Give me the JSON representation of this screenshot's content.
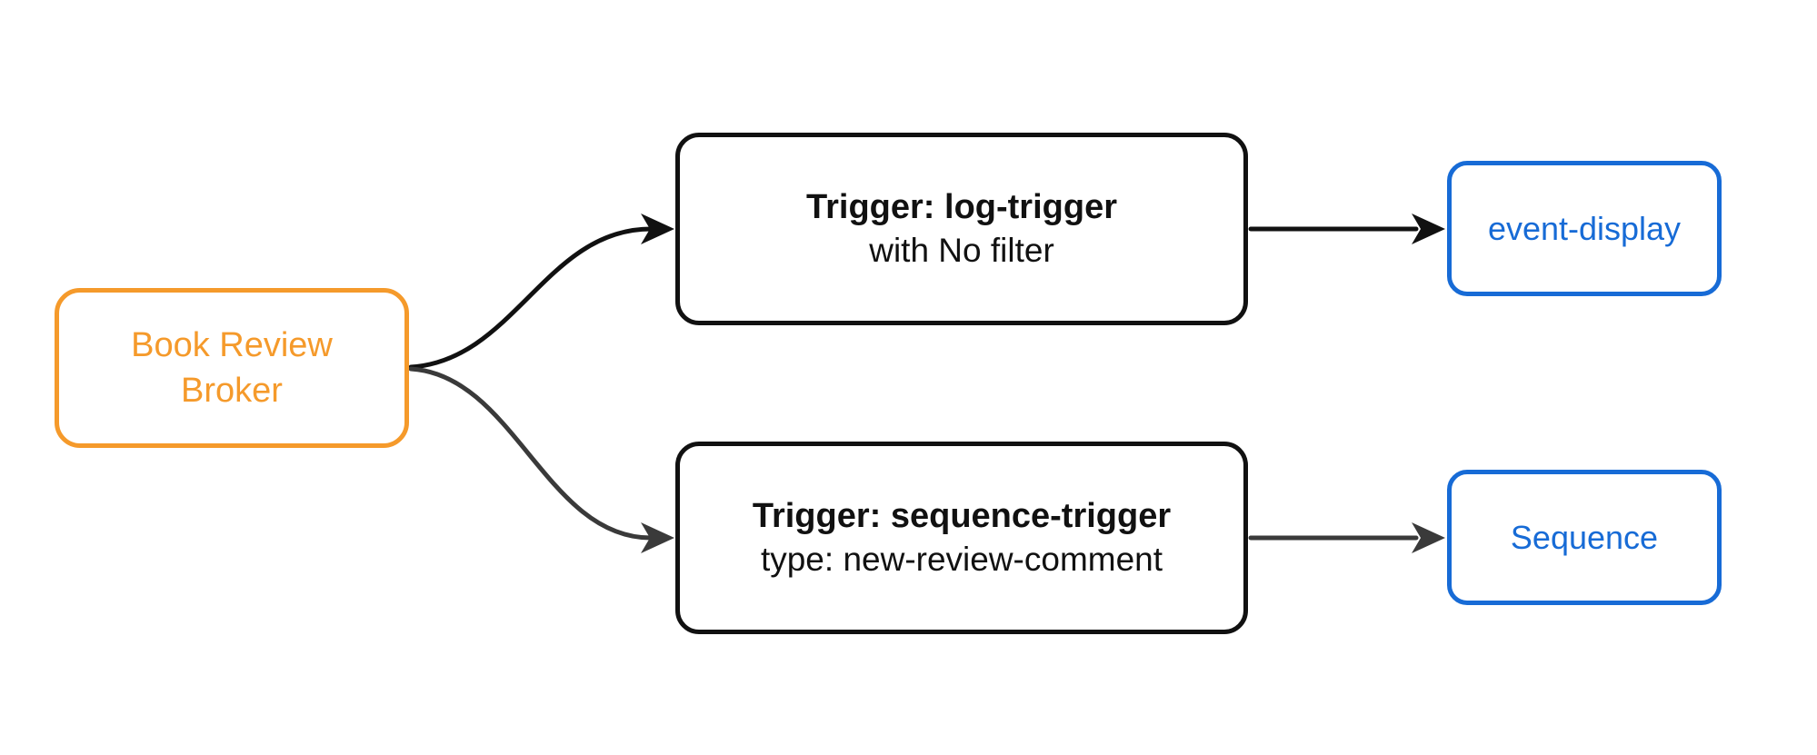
{
  "diagram": {
    "type": "flowchart",
    "nodes": {
      "broker": {
        "label": "Book Review Broker"
      },
      "trigger_log": {
        "title": "Trigger: log-trigger",
        "subtitle": "with No filter"
      },
      "trigger_sequence": {
        "title": "Trigger: sequence-trigger",
        "subtitle": "type: new-review-comment"
      },
      "event_display": {
        "label": "event-display"
      },
      "sequence": {
        "label": "Sequence"
      }
    },
    "edges": [
      {
        "from": "broker",
        "to": "trigger_log",
        "style": "curved"
      },
      {
        "from": "broker",
        "to": "trigger_sequence",
        "style": "curved"
      },
      {
        "from": "trigger_log",
        "to": "event_display",
        "style": "straight"
      },
      {
        "from": "trigger_sequence",
        "to": "sequence",
        "style": "straight"
      }
    ],
    "colors": {
      "background": "#ffffff",
      "broker_accent": "#f59a2b",
      "endpoint_accent": "#176bd6",
      "node_stroke_dark": "#111111",
      "node_text_dark": "#111111",
      "edge_dark": "#111111",
      "edge_gray": "#3a3a3a"
    }
  }
}
